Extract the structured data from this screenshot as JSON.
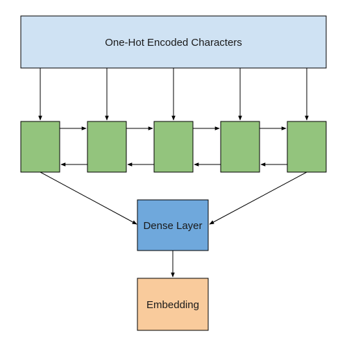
{
  "diagram": {
    "input_label": "One-Hot Encoded Characters",
    "dense_label": "Dense Layer",
    "embedding_label": "Embedding",
    "recurrent_cell_count": 5,
    "colors": {
      "input_fill": "#cfe2f3",
      "cell_fill": "#93c47d",
      "dense_fill": "#6fa8dc",
      "embedding_fill": "#f9cb9c",
      "stroke": "#000000"
    }
  }
}
